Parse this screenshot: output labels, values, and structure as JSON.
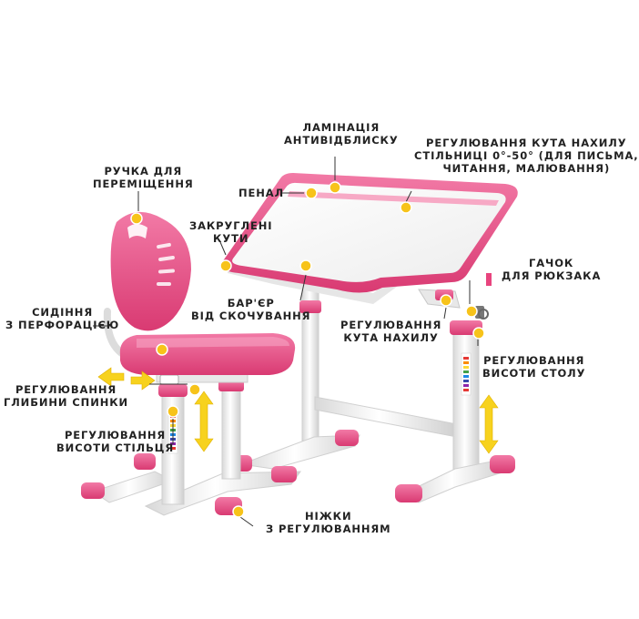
{
  "labels": {
    "handle": [
      "РУЧКА ДЛЯ",
      "ПЕРЕМІЩЕННЯ"
    ],
    "lamination": [
      "ЛАМІНАЦІЯ",
      "АНТИВІДБЛИСКУ"
    ],
    "tilt_range": [
      "РЕГУЛЮВАННЯ КУТА НАХИЛУ",
      "СТІЛЬНИЦІ 0°-50° (ДЛЯ ПИСЬМА,",
      "ЧИТАННЯ, МАЛЮВАННЯ)"
    ],
    "pencil_case": [
      "ПЕНАЛ"
    ],
    "rounded_corners": [
      "ЗАКРУГЛЕНІ",
      "КУТИ"
    ],
    "hook": [
      "ГАЧОК",
      "ДЛЯ РЮКЗАКА"
    ],
    "seat": [
      "СИДІННЯ",
      "З ПЕРФОРАЦІЄЮ"
    ],
    "barrier": [
      "БАР'ЄР",
      "ВІД СКОЧУВАННЯ"
    ],
    "tilt": [
      "РЕГУЛЮВАННЯ",
      "КУТА НАХИЛУ"
    ],
    "desk_height": [
      "РЕГУЛЮВАННЯ",
      "ВИСОТИ СТОЛУ"
    ],
    "back_depth": [
      "РЕГУЛЮВАННЯ",
      "ГЛИБИНИ СПИНКИ"
    ],
    "chair_height": [
      "РЕГУЛЮВАННЯ",
      "ВИСОТИ СТІЛЬЦЯ"
    ],
    "legs": [
      "НІЖКИ",
      "З РЕГУЛЮВАННЯМ"
    ]
  },
  "colors": {
    "pink": "#e8447e",
    "pink_light": "#f17aa4",
    "frame": "#f2f2f2",
    "frame_edge": "#d4d4d4",
    "marker": "#f7c31a",
    "arrow": "#f7d21e",
    "line": "#333333"
  }
}
